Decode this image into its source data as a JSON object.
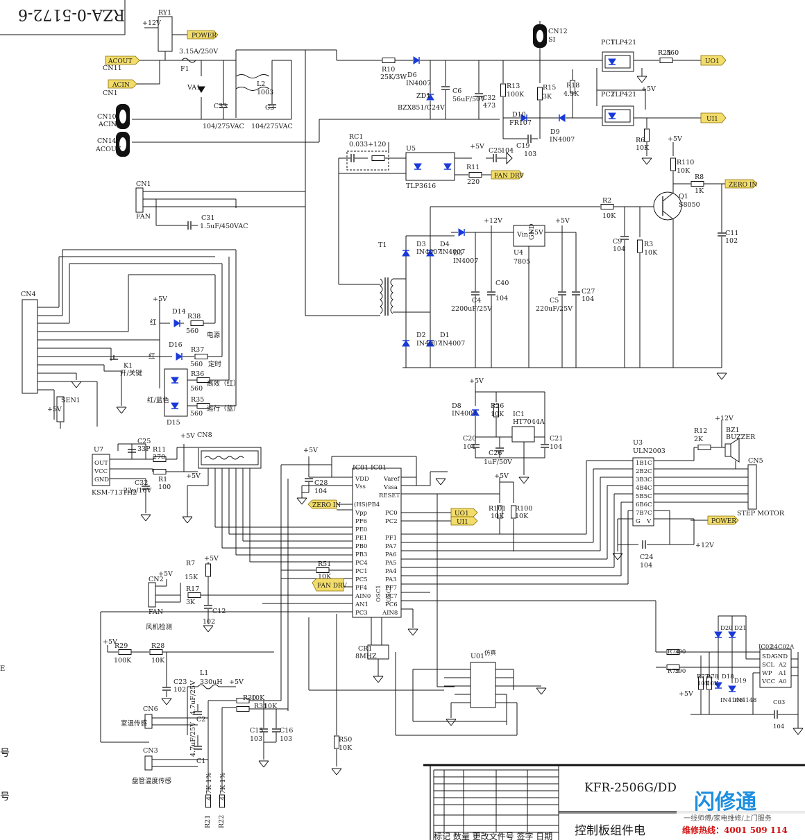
{
  "drawing_number": "RZA-0-5172-6",
  "title_block": {
    "model": "KFR-2506G/DD",
    "board_name": "控制板组件电",
    "revision_row": "标记 数量 更改文件号 签字 日期"
  },
  "watermark": {
    "brand": "闪修通",
    "slogan": "一线师傅/家电维修/上门服务",
    "hotline": "维修热线：4001 509 114"
  },
  "margin_text": [
    "号",
    "号",
    "E"
  ],
  "tags": [
    "POWER",
    "ACOUT",
    "ACIN",
    "UO1",
    "UI1",
    "FAN DRV",
    "ZERO IN",
    "UO1",
    "UI1",
    "ZERO IN",
    "FAN DRV",
    "POWER"
  ],
  "labels": [
    "RY1",
    "+12V",
    "3.15A/250V",
    "F1",
    "CN11",
    "CN1",
    "VA1",
    "C33",
    "104/275VAC",
    "L2",
    "1003",
    "C3",
    "104/275VAC",
    "CN10",
    "ACIN",
    "CN14",
    "ACOUT",
    "R10",
    "25K/3W",
    "D6",
    "IN4007",
    "ZD1",
    "BZX851/C24V",
    "C6",
    "56uF/50V",
    "C32",
    "473",
    "R13",
    "100K",
    "R15",
    "3K",
    "R18",
    "4.3K",
    "D10",
    "FR107",
    "C19",
    "103",
    "D9",
    "IN4007",
    "CN12",
    "SI",
    "PC1",
    "TLP421",
    "R24",
    "560",
    "PC2",
    "TLP421",
    "+5V",
    "R6",
    "10K",
    "+5V",
    "R110",
    "10K",
    "R8",
    "1K",
    "Q1",
    "S8050",
    "RC1",
    "0.033+120",
    "U5",
    "TLP3616",
    "+5V",
    "C25",
    "104",
    "R11",
    "220",
    "CN1",
    "FAN",
    "C31",
    "1.5uF/450VAC",
    "R2",
    "10K",
    "C9",
    "104",
    "R3",
    "10K",
    "C11",
    "102",
    "T1",
    "D3",
    "IN4007",
    "D4",
    "IN4007",
    "D5",
    "IN4007",
    "+12V",
    "U4",
    "7805",
    "Vin",
    "+5V",
    "GND",
    "+5V",
    "C4",
    "2200uF/25V",
    "C40",
    "104",
    "C5",
    "220uF/25V",
    "C27",
    "104",
    "D2",
    "IN4007",
    "D1",
    "IN4007",
    "CN4",
    "+5V",
    "D14",
    "R38",
    "560",
    "电源",
    "红",
    "D16",
    "R37",
    "560",
    "定时",
    "红",
    "K1",
    "开/关键",
    "R36",
    "560",
    "高效（红）",
    "R35",
    "560",
    "运行（蓝）",
    "红/蓝色",
    "D15",
    "+5V",
    "SEN1",
    "U7",
    "OUT",
    "VCC",
    "GND",
    "KSM-713TH2",
    "C25",
    "33P",
    "R11",
    "270",
    "+5V",
    "R1",
    "100",
    "C32",
    "22u/16V",
    "+5V",
    "CN8",
    "+5V",
    "C28",
    "104",
    "IC01",
    "IC01",
    "VDD",
    "Vss",
    "Varef",
    "Vssa",
    "RESET",
    "(HS)PB4",
    "Vpp",
    "PF6",
    "PE0",
    "PE1",
    "PB0",
    "PB3",
    "PC4",
    "PC1",
    "PC5",
    "PF4",
    "AIN0",
    "AN1",
    "PC3",
    "PC0",
    "PC2",
    "PF1",
    "PA7",
    "PA6",
    "PA5",
    "PA4",
    "PA3",
    "PF7",
    "PC7",
    "PC6",
    "AIN8",
    "OSC1",
    "OSC2",
    "CR1",
    "8MHZ",
    "R51",
    "10K",
    "CN2",
    "+5V",
    "R7",
    "15K",
    "+5V",
    "R17",
    "3K",
    "C12",
    "102",
    "FAN",
    "风机检测",
    "R29",
    "100K",
    "+5V",
    "R28",
    "10K",
    "C23",
    "102",
    "L1",
    "330uH",
    "+5V",
    "R30",
    "10K",
    "R31",
    "10K",
    "C15",
    "103",
    "C16",
    "103",
    "R50",
    "10K",
    "CN6",
    "室温传感",
    "C2",
    "4.7uF/25V",
    "CN3",
    "C1",
    "4.7uF/25V",
    "盘管温度传感",
    "R21",
    "4.7K 1%",
    "R22",
    "4.7K 1%",
    "+5V",
    "D8",
    "IN4007",
    "R26",
    "10K",
    "IC1",
    "HT7044A",
    "C20",
    "104",
    "C26",
    "1uF/50V",
    "C21",
    "104",
    "+5V",
    "R101",
    "10K",
    "R100",
    "10K",
    "U3",
    "ULN2003",
    "1B1C",
    "2B2C",
    "3B3C",
    "4B4C",
    "5B5C",
    "6B6C",
    "7B7C",
    "G",
    "V",
    "R12",
    "2K",
    "+12V",
    "BZ1",
    "BUZZER",
    "CN5",
    "STEP MOTOR",
    "C24",
    "104",
    "+12V",
    "U01",
    "仿真",
    "R74",
    "390",
    "R75",
    "390",
    "R77",
    "10K",
    "R78",
    "10K",
    "D18",
    "IN4148",
    "D19",
    "IN4148",
    "D20",
    "D21",
    "IC02",
    "24C02A",
    "SDA",
    "GND",
    "SCL",
    "A2",
    "WP",
    "A1",
    "VCC",
    "A0",
    "C03",
    "104",
    "+5V"
  ]
}
